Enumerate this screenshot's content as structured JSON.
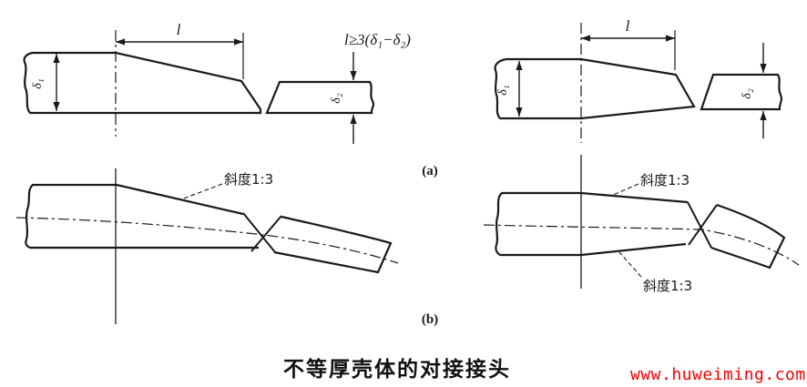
{
  "figure": {
    "caption": "不等厚壳体的对接接头",
    "watermark": "www.huweiming.com",
    "label_a": "(a)",
    "label_b": "(b)"
  },
  "colors": {
    "line": "#1a1a1a",
    "watermark_red": "#f40000",
    "background": "#ffffff"
  },
  "a_left": {
    "formula": "l≥3(δ₁−δ₂)",
    "dim_l": "l",
    "delta1": "δ₁",
    "delta2": "δ₂"
  },
  "a_right": {
    "dim_l": "l",
    "delta1": "δ₁",
    "delta2": "δ₂"
  },
  "b_left": {
    "slope": "斜度1:3"
  },
  "b_right": {
    "slope_top": "斜度1:3",
    "slope_bottom": "斜度1:3"
  }
}
